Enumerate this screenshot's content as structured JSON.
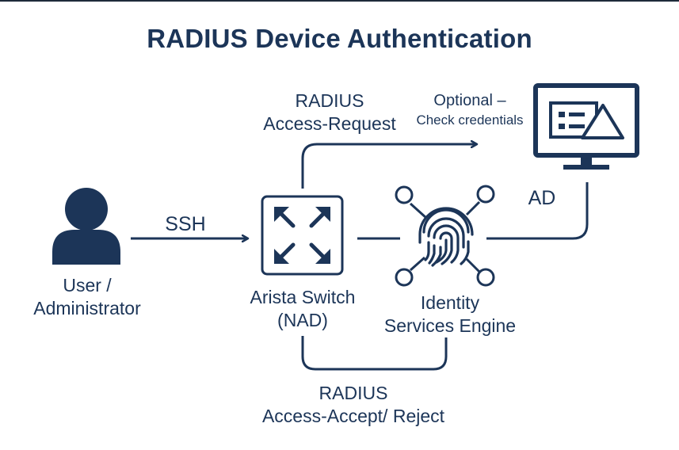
{
  "title": "RADIUS Device Authentication",
  "nodes": {
    "user": {
      "line1": "User /",
      "line2": "Administrator"
    },
    "switch": {
      "line1": "Arista Switch",
      "line2": "(NAD)"
    },
    "ise": {
      "line1": "Identity",
      "line2": "Services Engine"
    },
    "ad": {
      "label": "AD"
    }
  },
  "edges": {
    "ssh": {
      "label": "SSH"
    },
    "request": {
      "line1": "RADIUS",
      "line2": "Access-Request"
    },
    "optional": {
      "line1": "Optional –",
      "line2": "Check credentials"
    },
    "response": {
      "line1": "RADIUS",
      "line2": "Access-Accept/ Reject"
    }
  },
  "icons": {
    "user": "user-icon",
    "switch": "switch-icon",
    "ise": "fingerprint-icon",
    "ad": "monitor-icon"
  },
  "colors": {
    "primary": "#1c3558",
    "background": "#ffffff"
  }
}
